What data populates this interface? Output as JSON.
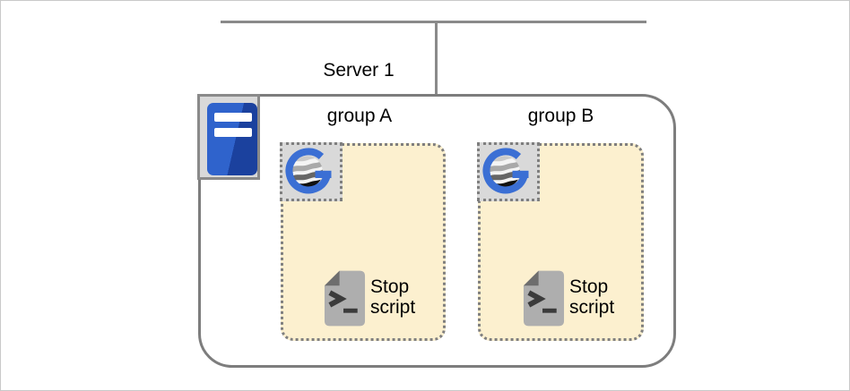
{
  "diagram": {
    "server": {
      "label": "Server 1"
    },
    "groups": [
      {
        "label": "group A",
        "script_label": "Stop script"
      },
      {
        "label": "group B",
        "script_label": "Stop script"
      }
    ],
    "colors": {
      "line_gray": "#8a8a8a",
      "box_border_gray": "#7d7d7d",
      "icon_panel_gray": "#d9d9d9",
      "group_fill_cream": "#fcf0cf",
      "accent_blue": "#3b6fd4",
      "server_blue_dark": "#1b419e",
      "document_gray": "#aeaeae"
    }
  }
}
